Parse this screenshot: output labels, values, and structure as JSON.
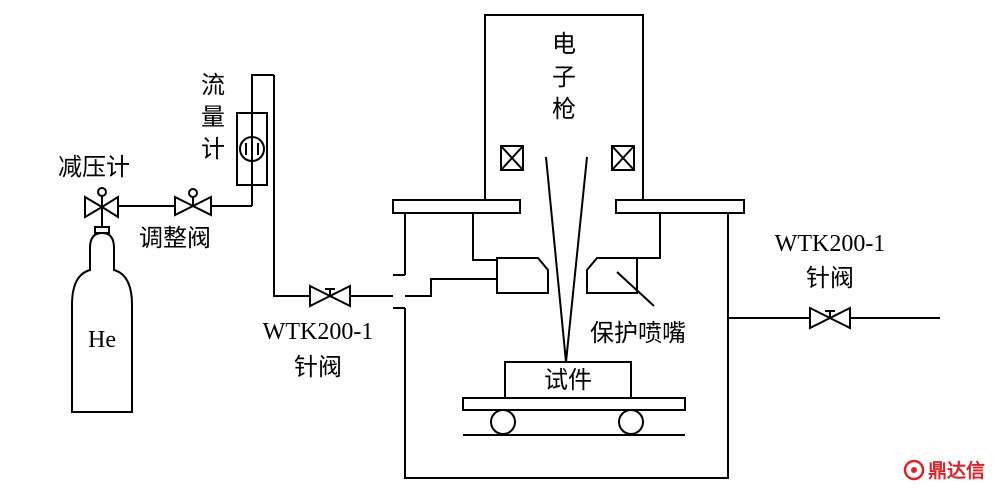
{
  "diagram": {
    "labels": {
      "electron_gun_1": "电",
      "electron_gun_2": "子",
      "electron_gun_3": "枪",
      "flowmeter_1": "流",
      "flowmeter_2": "量",
      "flowmeter_3": "计",
      "pressure_reducer": "减压计",
      "regulating_valve": "调整阀",
      "gas_cylinder": "He",
      "needle_valve_left_model": "WTK200-1",
      "needle_valve_left_name": "针阀",
      "needle_valve_right_model": "WTK200-1",
      "needle_valve_right_name": "针阀",
      "nozzle": "保护喷嘴",
      "specimen": "试件"
    },
    "watermark": {
      "text": "鼎达信",
      "color": "#d9252a"
    },
    "colors": {
      "line": "#000000",
      "background": "#ffffff"
    }
  }
}
